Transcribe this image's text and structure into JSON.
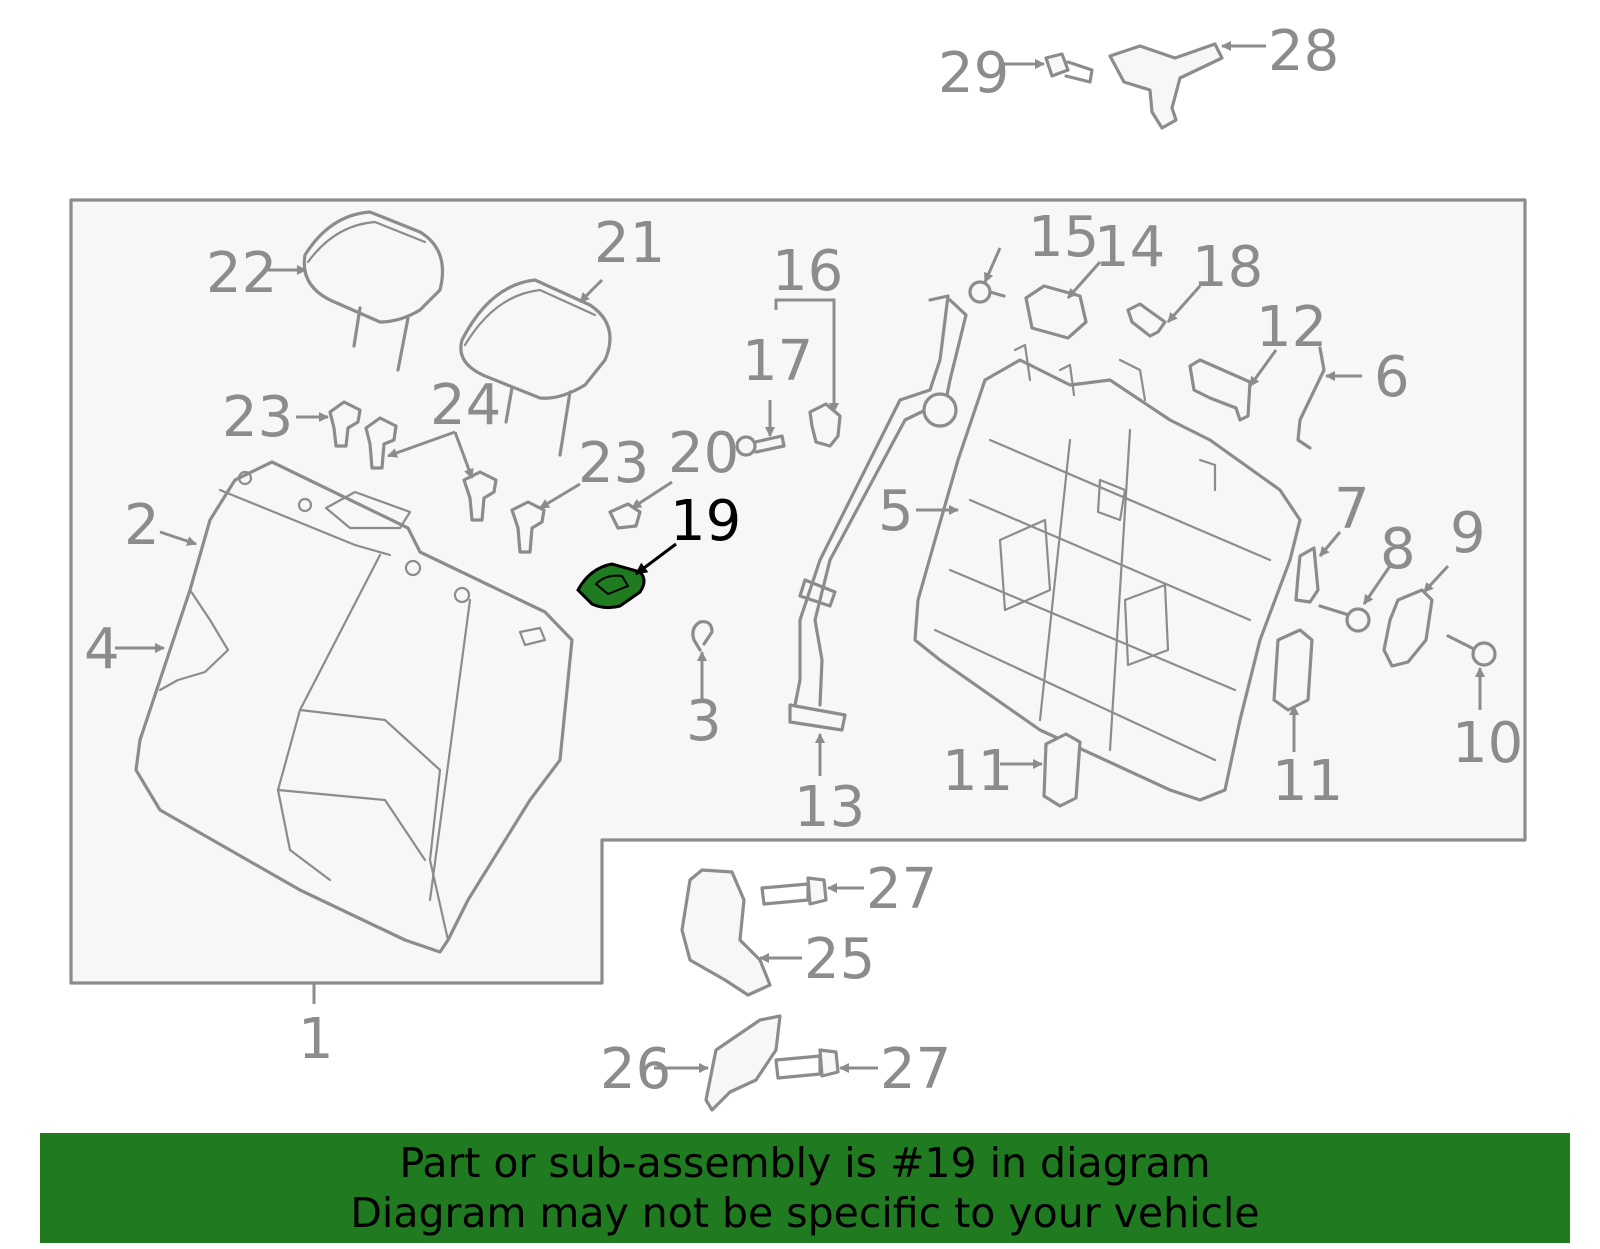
{
  "highlight_color": "#207a1f",
  "line_color": "#8c8c8c",
  "callouts": {
    "c1": "1",
    "c2": "2",
    "c3": "3",
    "c4": "4",
    "c5": "5",
    "c6": "6",
    "c7": "7",
    "c8": "8",
    "c9": "9",
    "c10": "10",
    "c11a": "11",
    "c11b": "11",
    "c12": "12",
    "c13": "13",
    "c14": "14",
    "c15": "15",
    "c16": "16",
    "c17": "17",
    "c18": "18",
    "c19": "19",
    "c20": "20",
    "c21": "21",
    "c22": "22",
    "c23a": "23",
    "c23b": "23",
    "c24": "24",
    "c25": "25",
    "c26": "26",
    "c27a": "27",
    "c27b": "27",
    "c28": "28",
    "c29": "29"
  },
  "banner": {
    "line1": "Part or sub-assembly is #19 in diagram",
    "line2": "Diagram may not be specific to your vehicle"
  }
}
